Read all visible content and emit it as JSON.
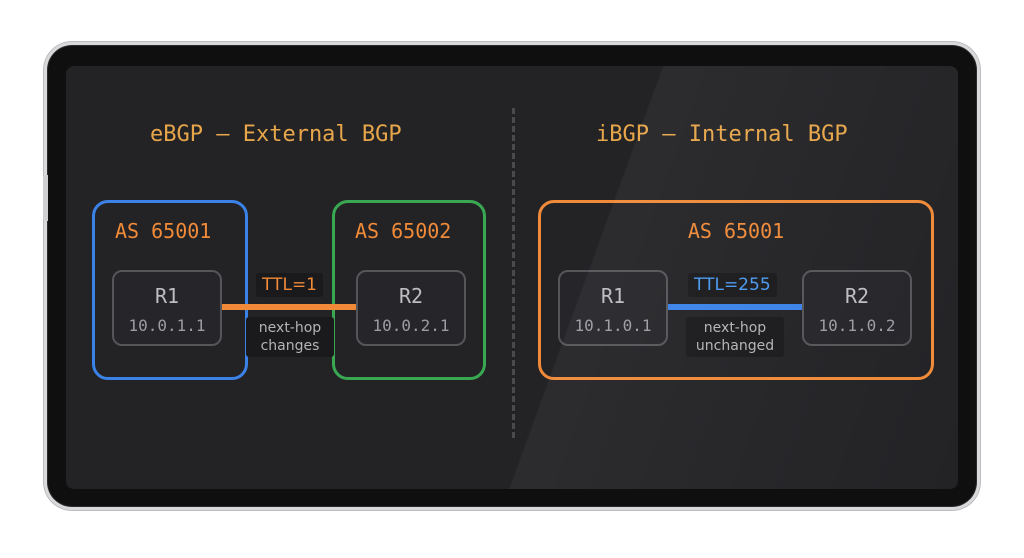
{
  "ebgp": {
    "title": "eBGP — External BGP",
    "as_left": "AS 65001",
    "as_right": "AS 65002",
    "r1": {
      "name": "R1",
      "ip": "10.0.1.1"
    },
    "r2": {
      "name": "R2",
      "ip": "10.0.2.1"
    },
    "ttl": "TTL=1",
    "note_line1": "next-hop",
    "note_line2": "changes",
    "colors": {
      "left_box": "#3b82e8",
      "right_box": "#3aa852",
      "link": "#f08a38",
      "ttl": "#f08a38"
    }
  },
  "ibgp": {
    "title": "iBGP — Internal BGP",
    "as": "AS 65001",
    "r1": {
      "name": "R1",
      "ip": "10.1.0.1"
    },
    "r2": {
      "name": "R2",
      "ip": "10.1.0.2"
    },
    "ttl": "TTL=255",
    "note_line1": "next-hop",
    "note_line2": "unchanged",
    "colors": {
      "box": "#f08a38",
      "link": "#3b82e8",
      "ttl": "#4a9af0"
    }
  },
  "colors": {
    "heading": "#e8a64a",
    "screen": "#232326"
  }
}
